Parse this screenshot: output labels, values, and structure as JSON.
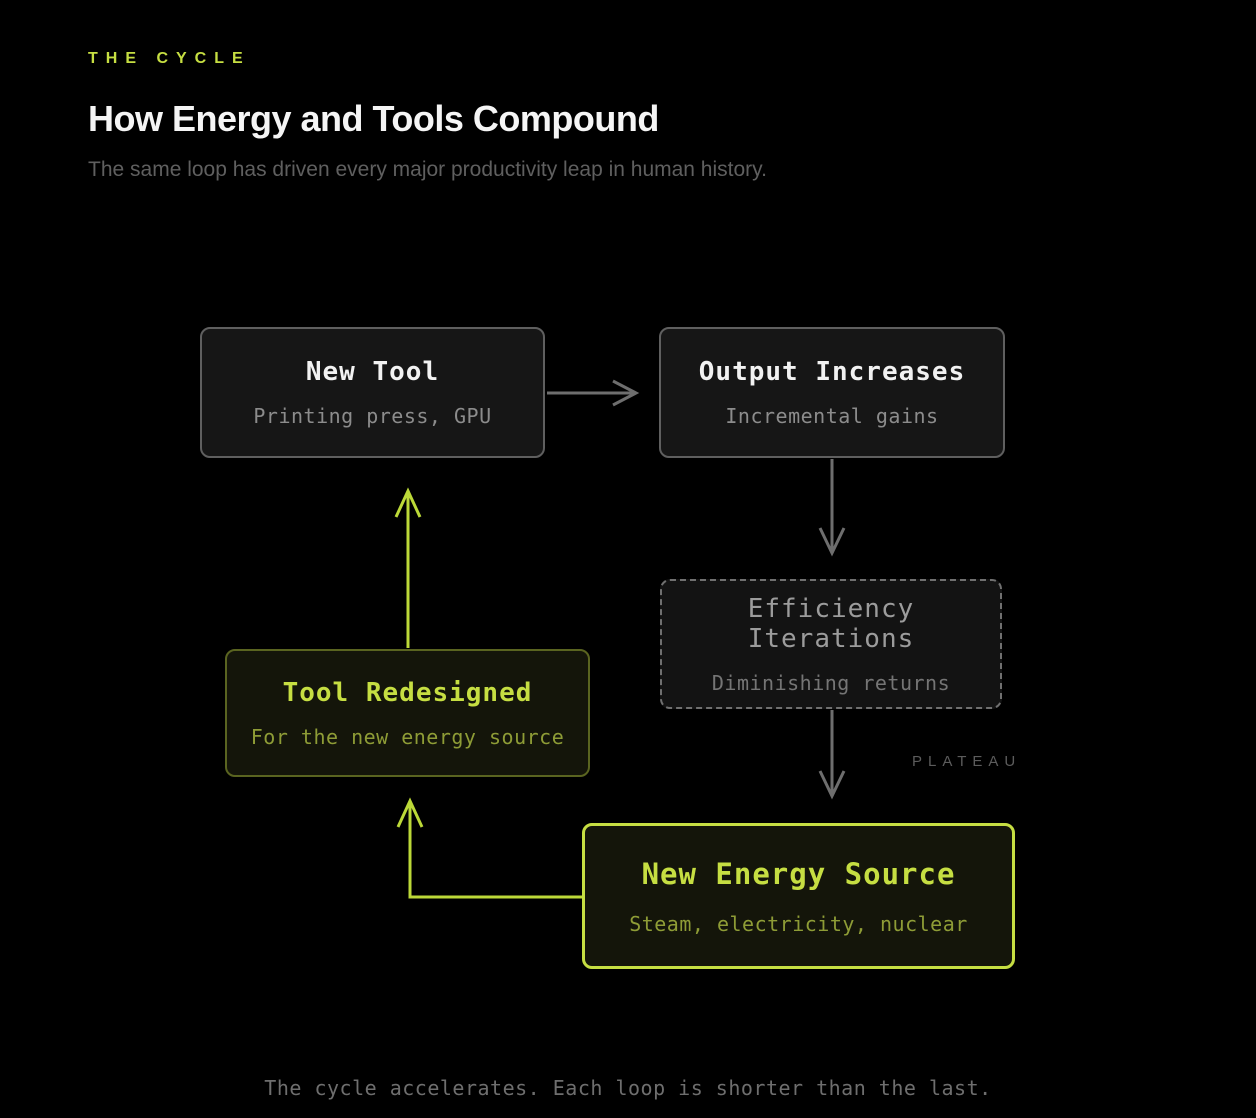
{
  "header": {
    "eyebrow": "THE CYCLE",
    "title": "How Energy and Tools Compound",
    "subtitle": "The same loop has driven every major productivity leap in human history."
  },
  "diagram": {
    "nodes": [
      {
        "id": "new-tool",
        "title": "New Tool",
        "subtitle": "Printing press, GPU",
        "style": "gray-solid"
      },
      {
        "id": "output-increases",
        "title": "Output Increases",
        "subtitle": "Incremental gains",
        "style": "gray-solid"
      },
      {
        "id": "efficiency-iterations",
        "title": "Efficiency Iterations",
        "subtitle": "Diminishing returns",
        "style": "gray-dashed"
      },
      {
        "id": "tool-redesigned",
        "title": "Tool Redesigned",
        "subtitle": "For the new energy source",
        "style": "green-dim"
      },
      {
        "id": "new-energy-source",
        "title": "New Energy Source",
        "subtitle": "Steam, electricity, nuclear",
        "style": "green-bright"
      }
    ],
    "edges": [
      {
        "from": "new-tool",
        "to": "output-increases",
        "color": "gray",
        "label": ""
      },
      {
        "from": "output-increases",
        "to": "efficiency-iterations",
        "color": "gray",
        "label": ""
      },
      {
        "from": "efficiency-iterations",
        "to": "new-energy-source",
        "color": "gray",
        "label": "PLATEAU"
      },
      {
        "from": "new-energy-source",
        "to": "tool-redesigned",
        "color": "green",
        "label": ""
      },
      {
        "from": "tool-redesigned",
        "to": "new-tool",
        "color": "green",
        "label": ""
      }
    ],
    "plateau_label": "PLATEAU"
  },
  "footer": {
    "caption": "The cycle accelerates. Each loop is shorter than the last."
  },
  "colors": {
    "background": "#000000",
    "accent": "#c6de42",
    "accent_line": "#bcd938",
    "accent_muted": "#8e9c36",
    "gray_border": "#5f5f5f",
    "gray_arrow": "#6e6e6e",
    "node_bg_gray": "#161616",
    "node_bg_green": "#14150a"
  }
}
